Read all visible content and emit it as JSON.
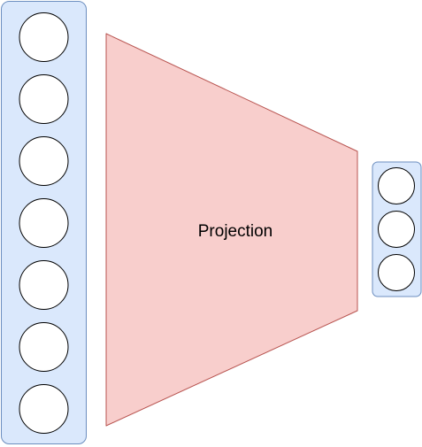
{
  "diagram": {
    "projection_label": "Projection",
    "input_layer": {
      "node_count": 7
    },
    "output_layer": {
      "node_count": 3
    },
    "colors": {
      "layer_fill": "#dae8fc",
      "layer_stroke": "#6c8ebf",
      "projection_fill": "#f8cecc",
      "projection_stroke": "#b85450",
      "node_fill": "#ffffff",
      "node_stroke": "#000000"
    }
  }
}
